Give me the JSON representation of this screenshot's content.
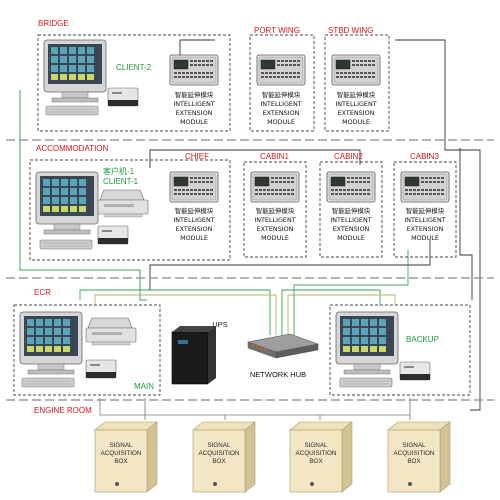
{
  "zones": {
    "bridge": "BRIDGE",
    "accommodation": "ACCOMMODATION",
    "ecr": "ECR",
    "engine_room": "ENGINE ROOM"
  },
  "bridge": {
    "client_label": "CLIENT-2",
    "port_wing": "PORT WING",
    "stbd_wing": "STBD WING"
  },
  "accommodation": {
    "client_cn": "客户机-1",
    "client_en": "CLIENT-1",
    "chief": "CHIEF",
    "cabin1": "CABIN1",
    "cabin2": "CABIN2",
    "cabin3": "CABIN3"
  },
  "module": {
    "line1": "智能延伸模块",
    "line2": "INTELLIGENT",
    "line3": "EXTENSION",
    "line4": "MODULE"
  },
  "ecr": {
    "ups": "UPS",
    "network_hub": "NETWORK HUB",
    "backup": "BACKUP",
    "main": "MAIN"
  },
  "acquisition_box": {
    "line1": "SIGNAL",
    "line2": "ACQUISITION",
    "line3": "BOX"
  },
  "colors": {
    "zone_red": "#d8161b",
    "label_green": "#1d9a3a",
    "cable_green": "#3aa35a",
    "cable_dark": "#333333",
    "cable_olive": "#b9b06a"
  }
}
